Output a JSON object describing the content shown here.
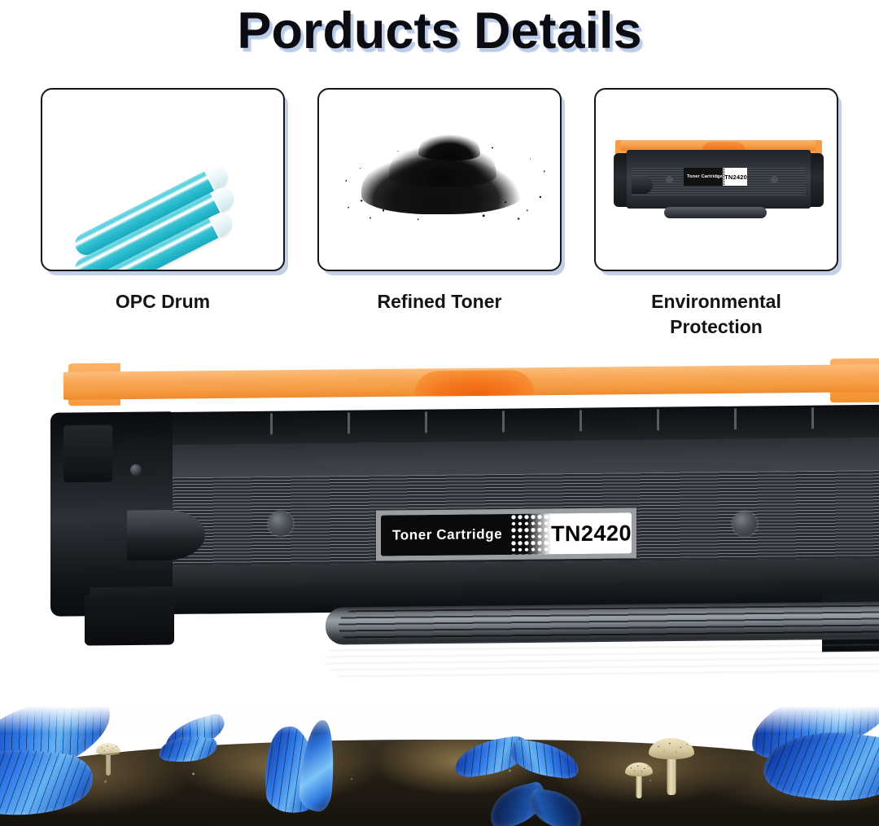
{
  "header": {
    "title": "Porducts Details",
    "title_shadow_color": "#b9cbe8",
    "title_color": "#0b0b12"
  },
  "features": [
    {
      "id": "opc-drum",
      "caption": "OPC Drum",
      "icon": "opc-drum-rollers-icon",
      "accent_color": "#2fc2d4"
    },
    {
      "id": "refined-toner",
      "caption": "Refined Toner",
      "icon": "toner-powder-pile-icon",
      "accent_color": "#111111"
    },
    {
      "id": "environmental-protection",
      "caption_line1": "Environmental",
      "caption_line2": "Protection",
      "caption": "Environmental Protection",
      "icon": "toner-cartridge-icon",
      "accent_color": "#f59b42"
    }
  ],
  "hero_product": {
    "type": "toner-cartridge",
    "handle_color": "#f59b42",
    "handle_dome_color": "#f1620f",
    "body_color": "#44494f",
    "label": {
      "left_text": "Toner Cartridge",
      "model": "TN2420",
      "left_bg": "#0a0a0a",
      "left_fg": "#ffffff",
      "right_bg": "#ffffff",
      "right_fg": "#000000",
      "frame_color": "#9a9ea3"
    }
  },
  "scene": {
    "description": "blue morpho butterflies on dark forest soil with mushrooms",
    "butterfly_color": "#2f7ae8",
    "mushroom_color": "#d6c89d",
    "soil_color": "#241d14",
    "butterfly_count": 6,
    "mushroom_count": 3
  },
  "mini_cartridge": {
    "label_left_text": "Toner Cartridge",
    "label_model": "TN2420"
  }
}
